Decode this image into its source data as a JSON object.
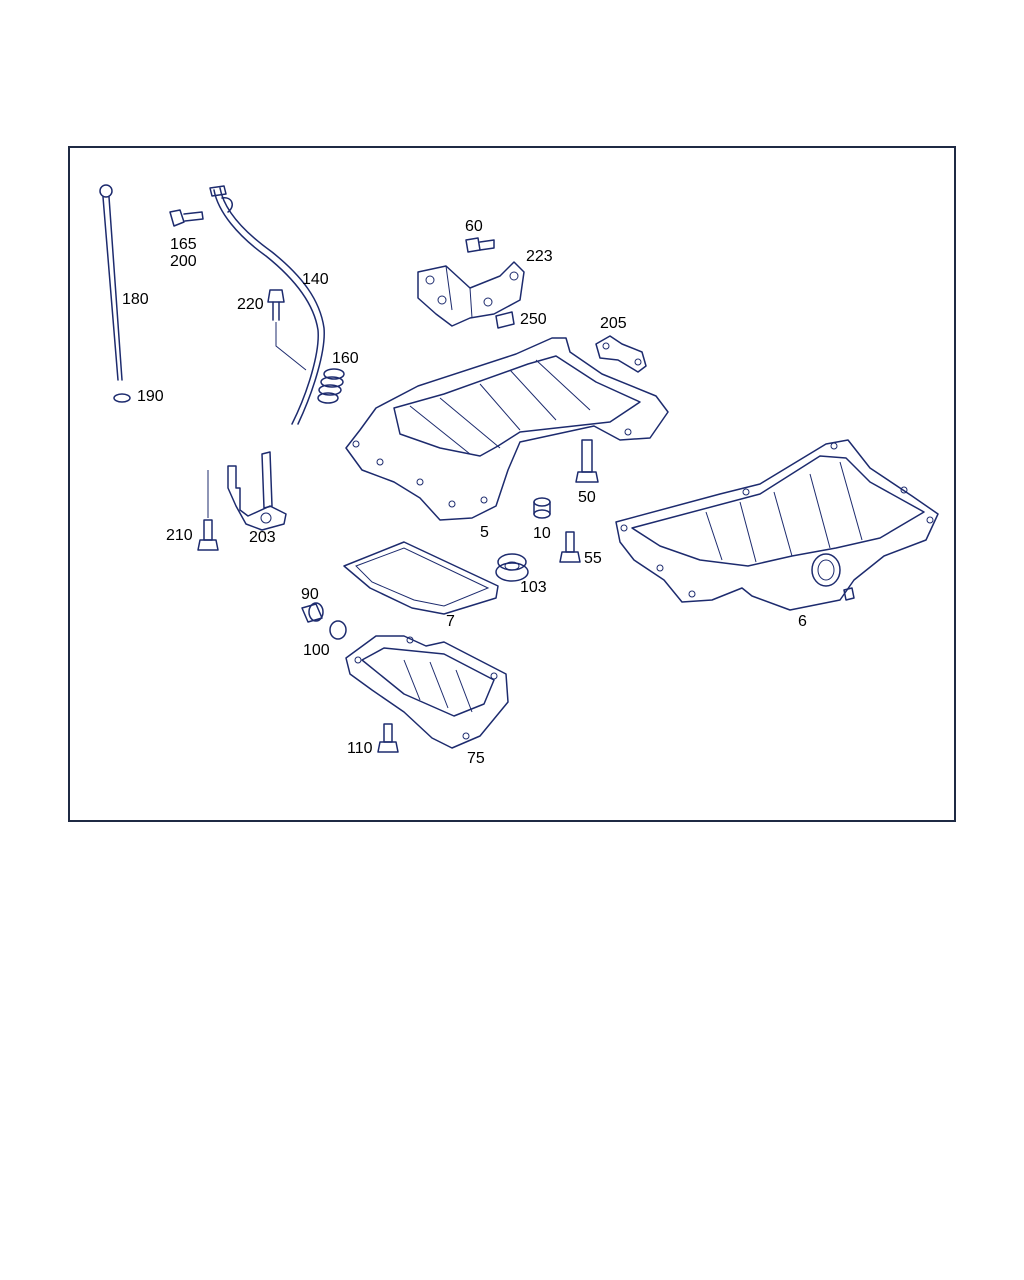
{
  "diagram": {
    "border_color": "#1f2a44",
    "line_color": "#1d2b6e",
    "callouts": {
      "c180": "180",
      "c190": "190",
      "c165": "165",
      "c200": "200",
      "c140": "140",
      "c220": "220",
      "c160": "160",
      "c60": "60",
      "c223": "223",
      "c250": "250",
      "c205": "205",
      "c5": "5",
      "c50": "50",
      "c10": "10",
      "c210": "210",
      "c203": "203",
      "c55": "55",
      "c103": "103",
      "c7": "7",
      "c6": "6",
      "c90": "90",
      "c100": "100",
      "c110": "110",
      "c75": "75"
    }
  }
}
